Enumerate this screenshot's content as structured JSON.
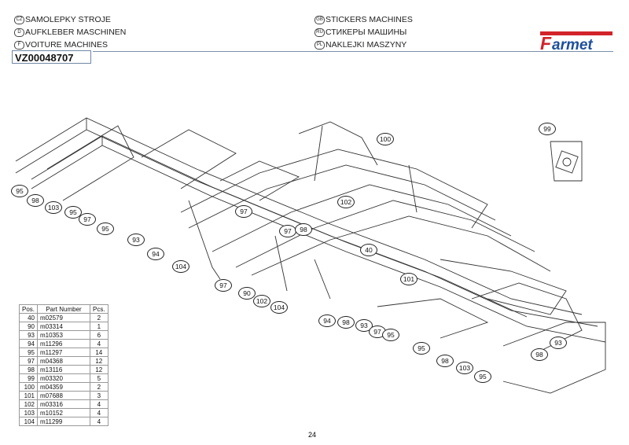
{
  "header": {
    "lines_left": [
      {
        "flag": "CZ",
        "text": "SAMOLEPKY STROJE"
      },
      {
        "flag": "D",
        "text": "AUFKLEBER MASCHINEN"
      },
      {
        "flag": "F",
        "text": "VOITURE MACHINES"
      }
    ],
    "lines_right": [
      {
        "flag": "GB",
        "text": "STICKERS MACHINES"
      },
      {
        "flag": "RU",
        "text": "СТИКЕРЫ МАШИНЫ"
      },
      {
        "flag": "PL",
        "text": "NAKLEJKI MASZYNY"
      }
    ],
    "code": "VZ00048707",
    "logo": "Farmet",
    "colors": {
      "logo_red": "#d2232a",
      "logo_blue": "#1e4f9c",
      "rule": "#7a8ea8"
    }
  },
  "callouts": [
    "95",
    "98",
    "103",
    "95",
    "97",
    "95",
    "93",
    "94",
    "104",
    "97",
    "97",
    "98",
    "100",
    "102",
    "40",
    "101",
    "97",
    "90",
    "102",
    "104",
    "94",
    "98",
    "93",
    "97",
    "95",
    "95",
    "98",
    "103",
    "95",
    "98",
    "93",
    "99"
  ],
  "table": {
    "headers": [
      "Pos.",
      "Part Number",
      "Pcs."
    ],
    "rows": [
      [
        "40",
        "m02579",
        "2"
      ],
      [
        "90",
        "m03314",
        "1"
      ],
      [
        "93",
        "m10353",
        "6"
      ],
      [
        "94",
        "m11296",
        "4"
      ],
      [
        "95",
        "m11297",
        "14"
      ],
      [
        "97",
        "m04368",
        "12"
      ],
      [
        "98",
        "m13116",
        "12"
      ],
      [
        "99",
        "m03320",
        "5"
      ],
      [
        "100",
        "m04359",
        "2"
      ],
      [
        "101",
        "m07688",
        "3"
      ],
      [
        "102",
        "m03316",
        "4"
      ],
      [
        "103",
        "m10152",
        "4"
      ],
      [
        "104",
        "m11299",
        "4"
      ]
    ]
  },
  "page_number": "24"
}
